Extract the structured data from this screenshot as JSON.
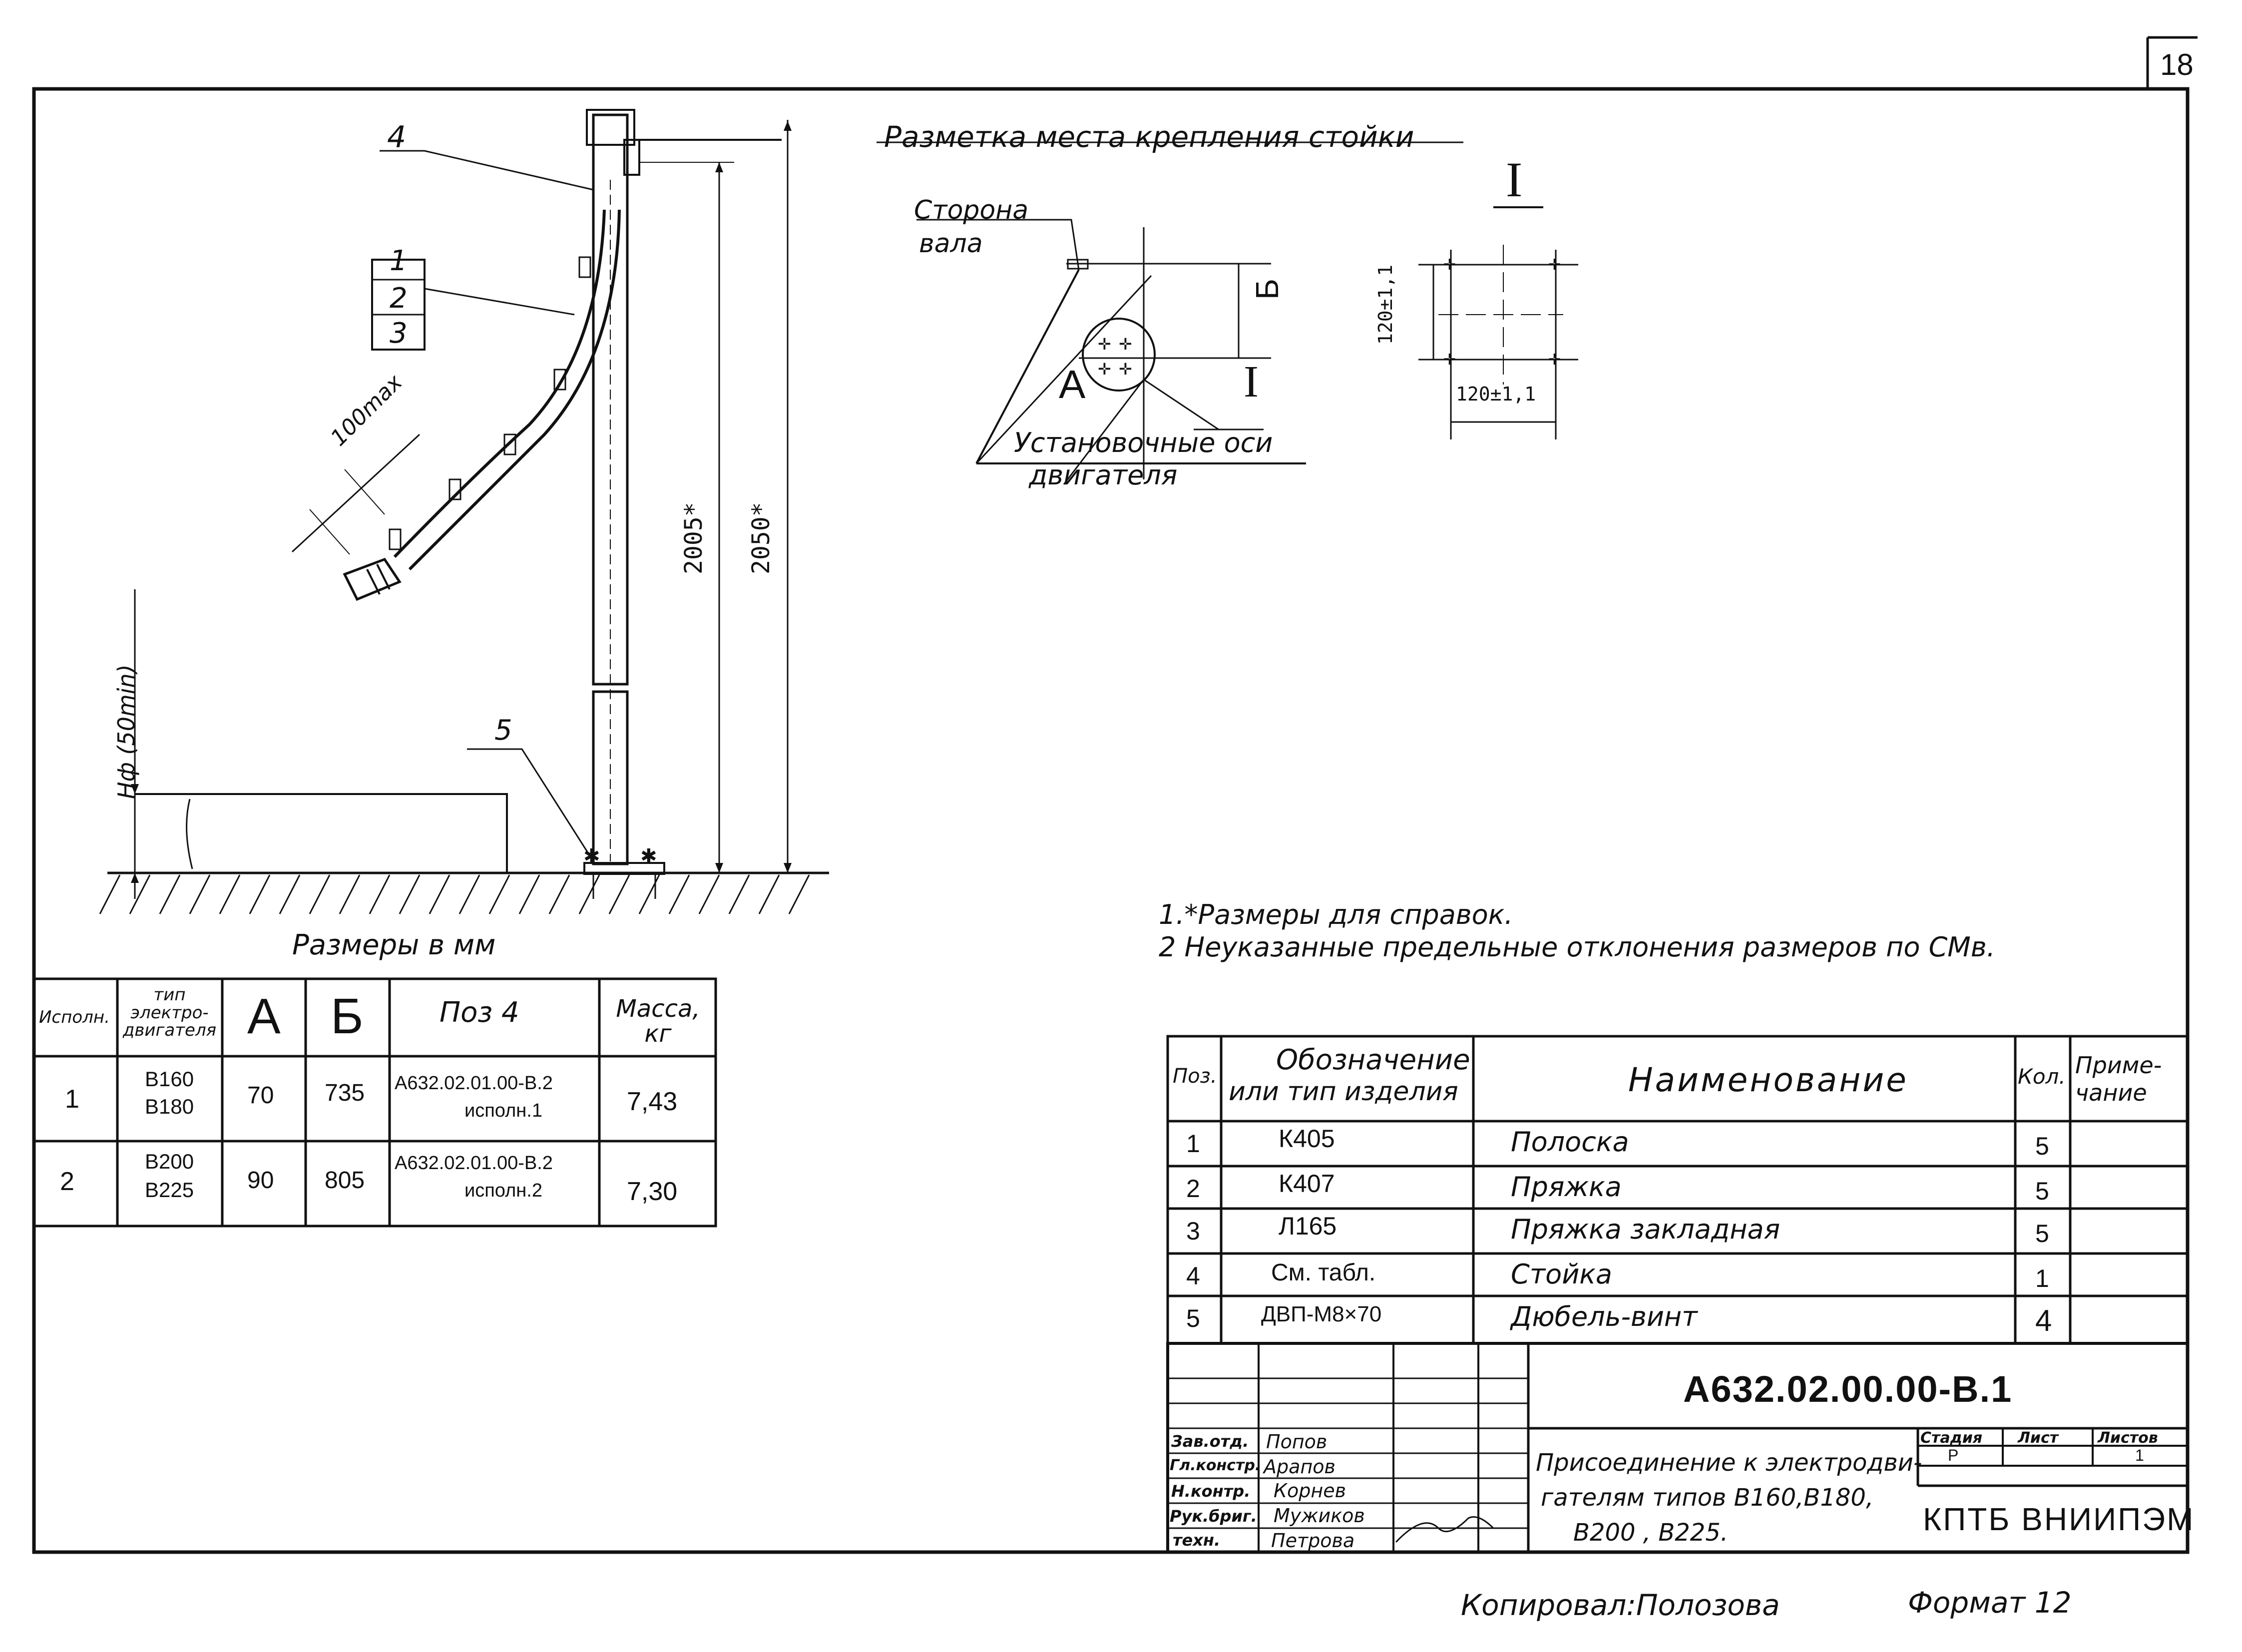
{
  "sheet_number": "18",
  "copied_by": "Копировал:Полозова",
  "format": "Формат 12",
  "drawing": {
    "position_labels": [
      "4",
      "1",
      "2",
      "3",
      "5"
    ],
    "dim_100": "100max",
    "dim_2005": "2005*",
    "dim_2050": "2050*",
    "dim_hf": "Нф (50min)",
    "sizes_caption": "Размеры в мм"
  },
  "marking": {
    "title": "Разметка места крепления стойки",
    "section_mark": "I",
    "side_label_1": "Сторона",
    "side_label_2": "вала",
    "label_b": "Б",
    "label_a": "А",
    "axes_label_1": "Установочные оси",
    "axes_label_2": "двигателя",
    "dim_120_v": "120±1,1",
    "dim_120_h": "120±1,1"
  },
  "notes": [
    "1.*Размеры для справок.",
    "2 Неуказанные предельные отклонения размеров по СМв."
  ],
  "variants_table": {
    "headers": [
      "Исполн.",
      "тип электро-двигателя",
      "А",
      "Б",
      "Поз 4",
      "Масса, кг"
    ],
    "rows": [
      {
        "variant": "1",
        "motor": [
          "В160",
          "В180"
        ],
        "a": "70",
        "b": "735",
        "pos4": [
          "А632.02.01.00-В.2",
          "исполн.1"
        ],
        "mass": "7,43"
      },
      {
        "variant": "2",
        "motor": [
          "В200",
          "В225"
        ],
        "a": "90",
        "b": "805",
        "pos4": [
          "А632.02.01.00-В.2",
          "исполн.2"
        ],
        "mass": "7,30"
      }
    ]
  },
  "spec_table": {
    "headers": {
      "pos": "Поз.",
      "designation": [
        "Обозначение",
        "или тип изделия"
      ],
      "name": "Наименование",
      "qty": "Кол.",
      "note": [
        "Приме-",
        "чание"
      ]
    },
    "rows": [
      {
        "pos": "1",
        "designation": "К405",
        "name": "Полоска",
        "qty": "5"
      },
      {
        "pos": "2",
        "designation": "К407",
        "name": "Пряжка",
        "qty": "5"
      },
      {
        "pos": "3",
        "designation": "Л165",
        "name": "Пряжка закладная",
        "qty": "5"
      },
      {
        "pos": "4",
        "designation": "См. табл.",
        "name": "Стойка",
        "qty": "1"
      },
      {
        "pos": "5",
        "designation": "ДВП-М8×70",
        "name": "Дюбель-винт",
        "qty": "4"
      }
    ]
  },
  "title_block": {
    "document_code": "А632.02.00.00-В.1",
    "title": [
      "Присоединение к электродви-",
      "гателям типов В160,В180,",
      "В200 , В225."
    ],
    "stage_label": "Стадия",
    "sheet_label": "Лист",
    "sheets_label": "Листов",
    "stage_value": "Р",
    "sheets_value": "1",
    "organization": "КПТБ ВНИИПЭМ",
    "roles": [
      {
        "role": "Зав.отд.",
        "name": "Попов"
      },
      {
        "role": "Гл.констр.",
        "name": "Арапов"
      },
      {
        "role": "Н.контр.",
        "name": "Корнев"
      },
      {
        "role": "Рук.бриг.",
        "name": "Мужиков"
      },
      {
        "role": "техн.",
        "name": "Петрова"
      }
    ]
  }
}
